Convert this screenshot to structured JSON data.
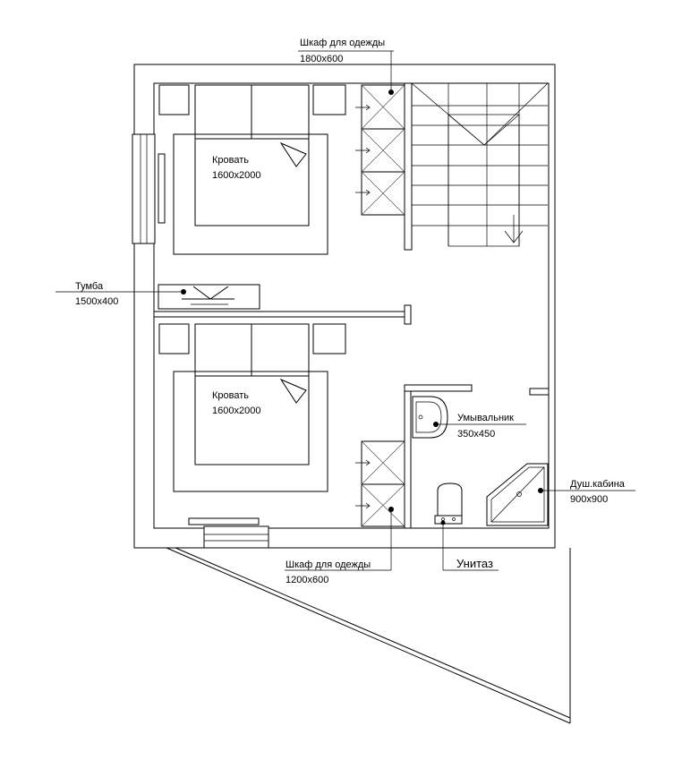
{
  "labels": {
    "wardrobe_top_name": "Шкаф для одежды",
    "wardrobe_top_size": "1800х600",
    "bed_top_name": "Кровать",
    "bed_top_size": "1600х2000",
    "nightstand_name": "Тумба",
    "nightstand_size": "1500х400",
    "bed_bottom_name": "Кровать",
    "bed_bottom_size": "1600х2000",
    "sink_name": "Умывальник",
    "sink_size": "350х450",
    "shower_name": "Душ.кабина",
    "shower_size": "900х900",
    "wardrobe_bottom_name": "Шкаф для одежды",
    "wardrobe_bottom_size": "1200х600",
    "toilet_name": "Унитаз"
  }
}
